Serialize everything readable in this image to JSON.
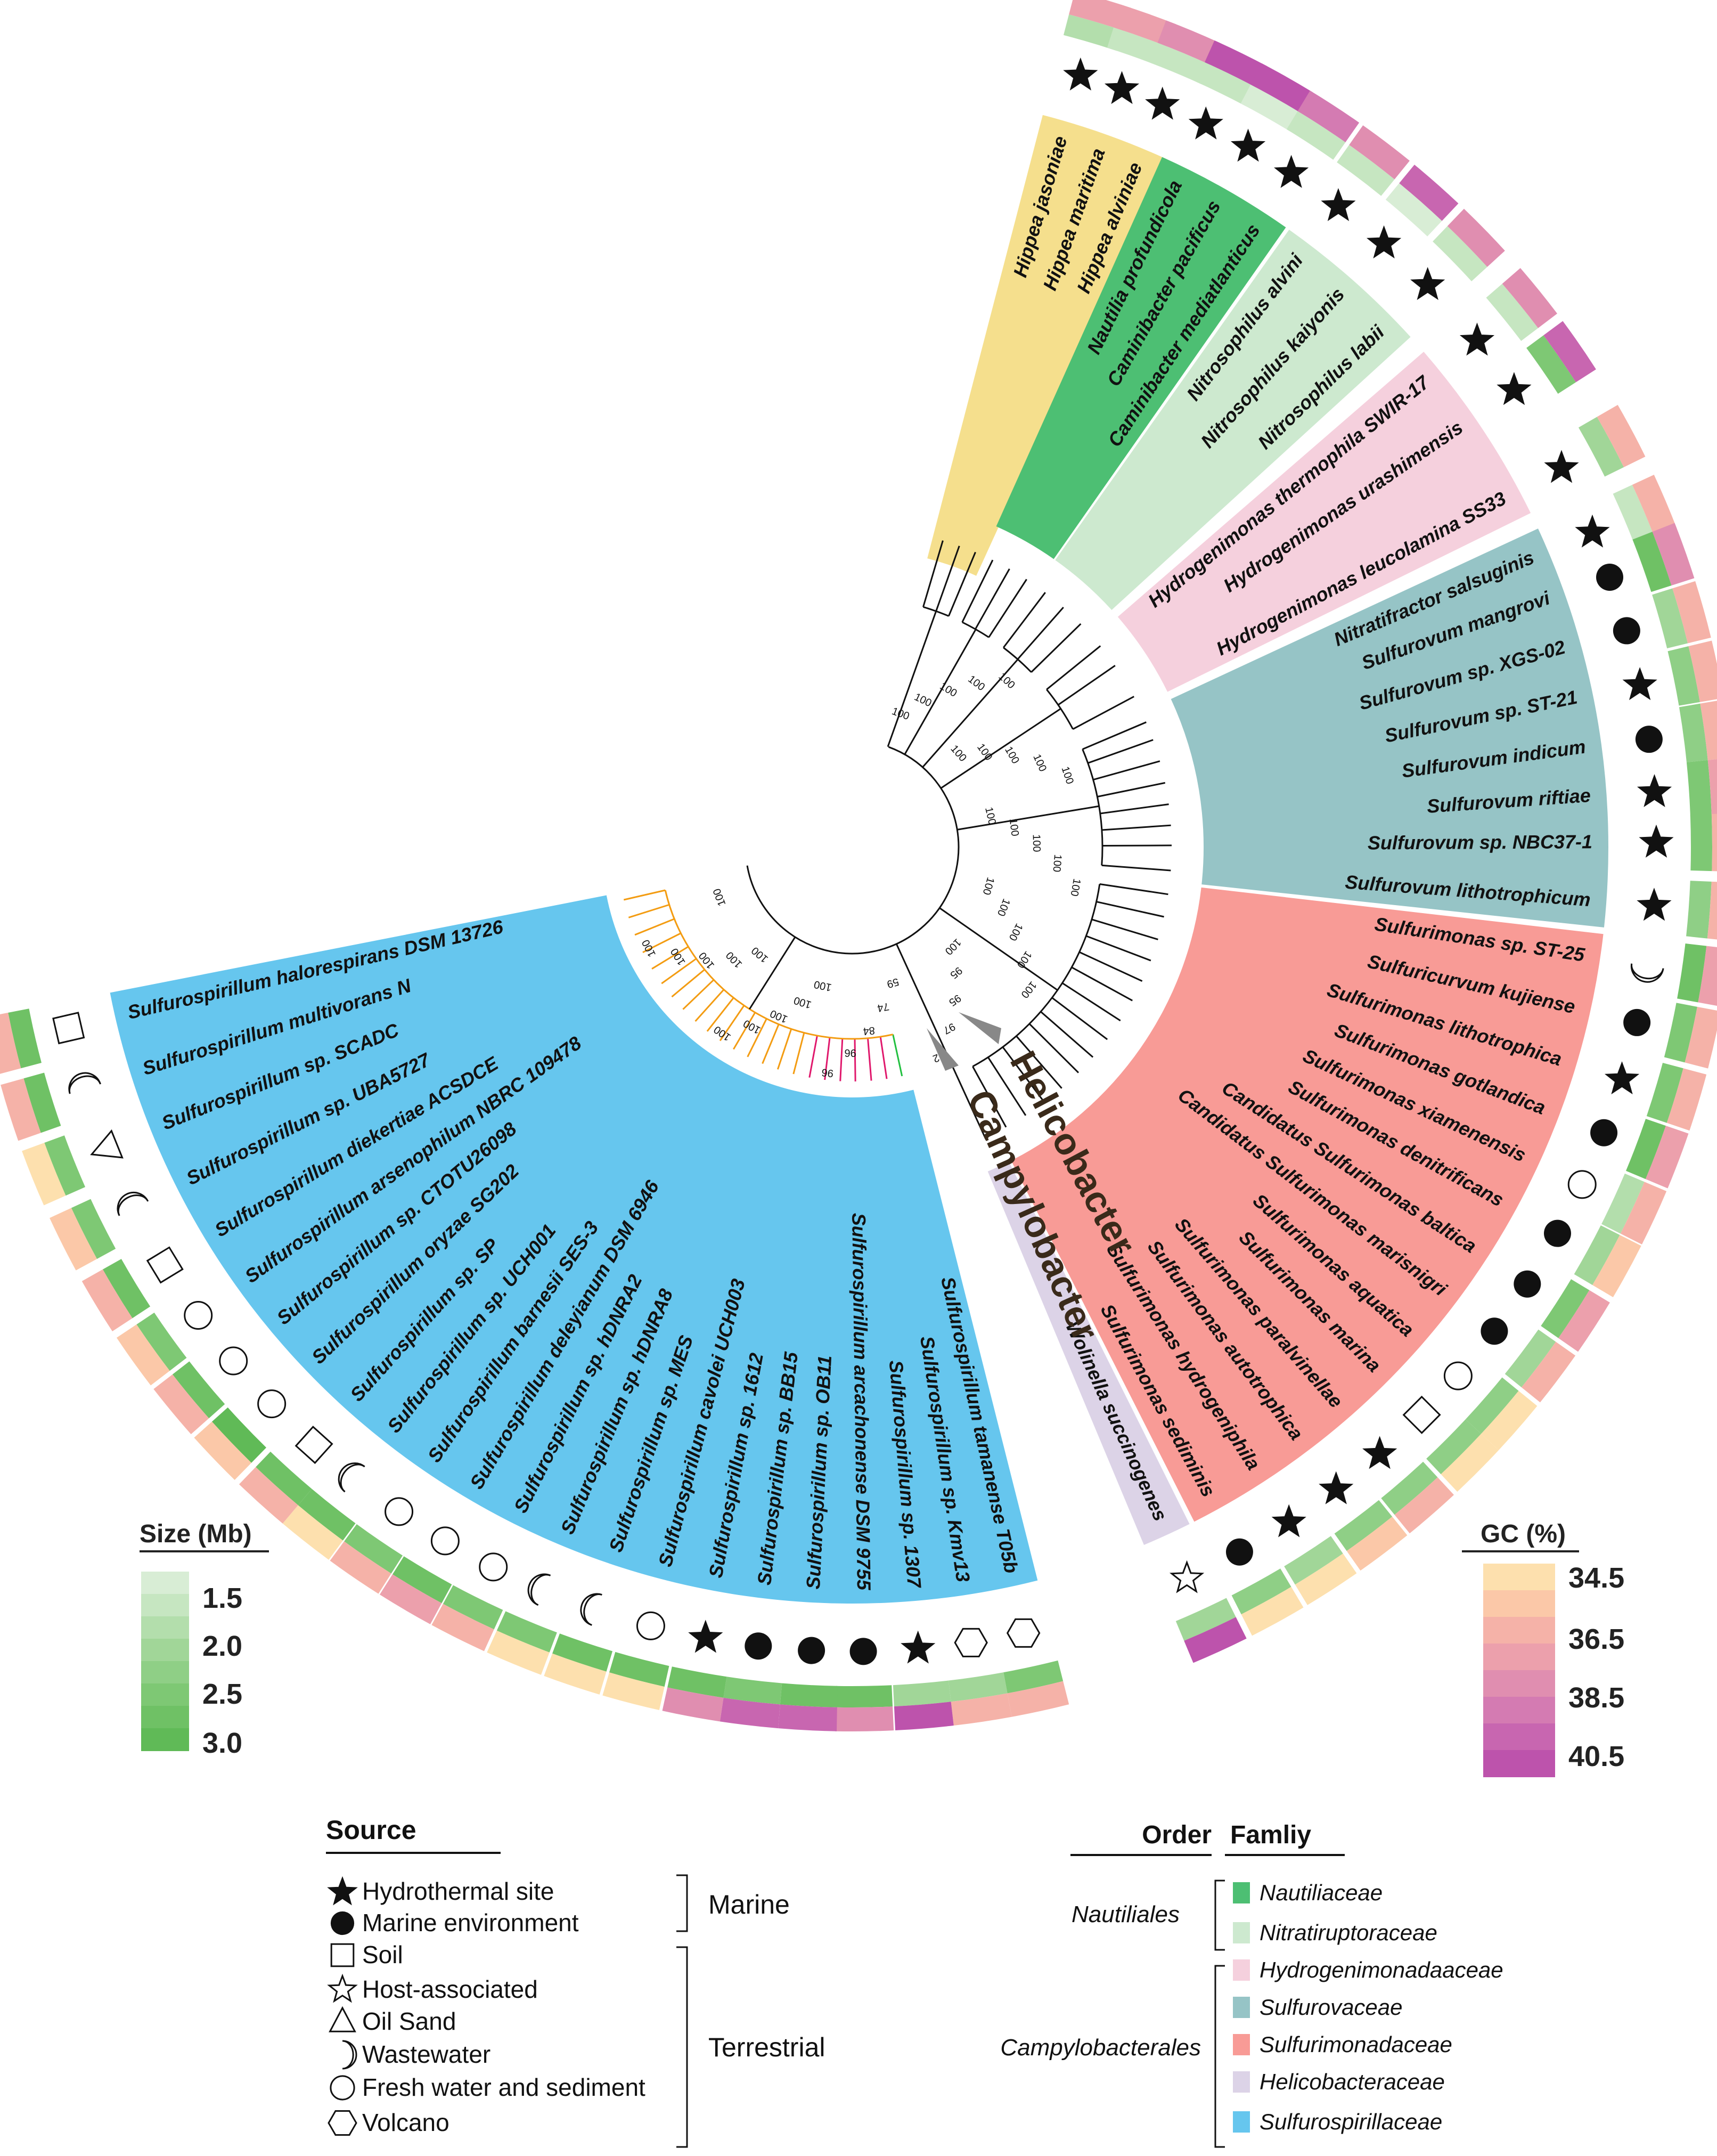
{
  "colors": {
    "Nautiliaceae": "#4dbf73",
    "Nitratiruptoraceae": "#cde9cf",
    "Hydrogenimonadaaceae": "#f5d0dd",
    "Sulfurovaceae": "#96c4c6",
    "Sulfurimonadaceae": "#f89b96",
    "Helicobacteraceae": "#dcd3e7",
    "Sulfurospirillaceae": "#66c6ee",
    "Hippea": "#f5df8d",
    "branch_orange": "#f39c12",
    "branch_blue": "#2030c8",
    "branch_red": "#e0186c",
    "branch_green": "#22c040"
  },
  "taxa": [
    {
      "name": "Hippea jasoniae",
      "angle": -73.5,
      "clade": "Hippea",
      "source": "Hydrothermal site",
      "gc": 37.0,
      "size": 2.0
    },
    {
      "name": "Hippea maritima",
      "angle": -70.4,
      "clade": "Hippea",
      "source": "Hydrothermal site",
      "gc": 37.0,
      "size": 1.8
    },
    {
      "name": "Hippea alviniae",
      "angle": -67.3,
      "clade": "Hippea",
      "source": "Hydrothermal site",
      "gc": 37.5,
      "size": 1.7
    },
    {
      "name": "Nautilia profundicola",
      "angle": -63.9,
      "clade": "Nautiliaceae",
      "source": "Hydrothermal site",
      "gc": 40.5,
      "size": 1.7
    },
    {
      "name": "Caminibacter pacificus",
      "angle": -60.5,
      "clade": "Nautiliaceae",
      "source": "Hydrothermal site",
      "gc": 40.0,
      "size": 1.6
    },
    {
      "name": "Caminibacter mediatlanticus",
      "angle": -56.9,
      "clade": "Nautiliaceae",
      "source": "Hydrothermal site",
      "gc": 38.5,
      "size": 1.7
    },
    {
      "name": "Nitrosophilus alvini",
      "angle": -52.8,
      "clade": "Nitratiruptoraceae",
      "source": "Hydrothermal site",
      "gc": 38.0,
      "size": 1.8
    },
    {
      "name": "Nitrosophilus kaiyonis",
      "angle": -48.6,
      "clade": "Nitratiruptoraceae",
      "source": "Hydrothermal site",
      "gc": 39.5,
      "size": 1.6
    },
    {
      "name": "Nitrosophilus labii",
      "angle": -44.3,
      "clade": "Nitratiruptoraceae",
      "source": "Hydrothermal site",
      "gc": 37.5,
      "size": 1.7
    },
    {
      "name": "Hydrogenimonas thermophila SWIR-17",
      "angle": -39.0,
      "clade": "Hydrogenimonadaaceae",
      "source": "Hydrothermal site",
      "gc": 38.0,
      "size": 1.8
    },
    {
      "name": "Hydrogenimonas urashimensis",
      "angle": -34.6,
      "clade": "Hydrogenimonadaaceae",
      "source": "Hydrothermal site",
      "gc": 39.5,
      "size": 2.5
    },
    {
      "name": "Hydrogenimonas leucolamina SS33",
      "angle": -28.1,
      "clade": "Hydrogenimonadaaceae",
      "source": "Hydrothermal site",
      "gc": 36.5,
      "size": 2.1
    },
    {
      "name": "Nitratifractor salsuginis",
      "angle": -23.0,
      "clade": "Sulfurovaceae",
      "source": "Hydrothermal site",
      "gc": 36.0,
      "size": 1.7
    },
    {
      "name": "Sulfurovum mangrovi",
      "angle": -19.6,
      "clade": "Sulfurovaceae",
      "source": "Marine environment",
      "gc": 38.0,
      "size": 2.8
    },
    {
      "name": "Sulfurovum sp. XGS-02",
      "angle": -15.6,
      "clade": "Sulfurovaceae",
      "source": "Marine environment",
      "gc": 36.5,
      "size": 2.2
    },
    {
      "name": "Sulfurovum sp. ST-21",
      "angle": -11.6,
      "clade": "Sulfurovaceae",
      "source": "Hydrothermal site",
      "gc": 36.0,
      "size": 2.3
    },
    {
      "name": "Sulfurovum indicum",
      "angle": -7.7,
      "clade": "Sulfurovaceae",
      "source": "Marine environment",
      "gc": 36.5,
      "size": 2.4
    },
    {
      "name": "Sulfurovum riftiae",
      "angle": -3.9,
      "clade": "Sulfurovaceae",
      "source": "Hydrothermal site",
      "gc": 37.0,
      "size": 2.6
    },
    {
      "name": "Sulfurovum sp. NBC37-1",
      "angle": -0.3,
      "clade": "Sulfurovaceae",
      "source": "Hydrothermal site",
      "gc": 36.0,
      "size": 2.5
    },
    {
      "name": "Sulfurovum lithotrophicum",
      "angle": 4.2,
      "clade": "Sulfurovaceae",
      "source": "Hydrothermal site",
      "gc": 36.0,
      "size": 2.3
    },
    {
      "name": "Sulfurimonas sp. ST-25",
      "angle": 8.5,
      "clade": "Sulfurimonadaceae",
      "source": "Wastewater",
      "gc": 37.0,
      "size": 2.8
    },
    {
      "name": "Sulfuricurvum kujiense",
      "angle": 12.6,
      "clade": "Sulfurimonadaceae",
      "source": "Marine environment",
      "gc": 36.0,
      "size": 2.5
    },
    {
      "name": "Sulfurimonas lithotrophica",
      "angle": 16.8,
      "clade": "Sulfurimonadaceae",
      "source": "Hydrothermal site",
      "gc": 36.5,
      "size": 2.6
    },
    {
      "name": "Sulfurimonas gotlandica",
      "angle": 20.8,
      "clade": "Sulfurimonadaceae",
      "source": "Marine environment",
      "gc": 37.0,
      "size": 2.7
    },
    {
      "name": "Sulfurimonas xiamenensis",
      "angle": 24.8,
      "clade": "Sulfurimonadaceae",
      "source": "Fresh water and sediment",
      "gc": 36.5,
      "size": 2.0
    },
    {
      "name": "Sulfurimonas denitrificans",
      "angle": 28.7,
      "clade": "Sulfurimonadaceae",
      "source": "Marine environment",
      "gc": 35.5,
      "size": 2.1
    },
    {
      "name": "Candidatus Sulfurimonas baltica",
      "angle": 32.9,
      "clade": "Sulfurimonadaceae",
      "source": "Marine environment",
      "gc": 37.0,
      "size": 2.6
    },
    {
      "name": "Candidatus Sulfurimonas marisnigri",
      "angle": 37.0,
      "clade": "Sulfurimonadaceae",
      "source": "Marine environment",
      "gc": 36.0,
      "size": 2.2
    },
    {
      "name": "Sulfurimonas aquatica",
      "angle": 41.1,
      "clade": "Sulfurimonadaceae",
      "source": "Fresh water and sediment",
      "gc": 35.0,
      "size": 2.3
    },
    {
      "name": "Sulfurimonas marina",
      "angle": 44.9,
      "clade": "Sulfurimonadaceae",
      "source": "Soil",
      "gc": 34.5,
      "size": 2.3
    },
    {
      "name": "Sulfurimonas paralvinellae",
      "angle": 49.0,
      "clade": "Sulfurimonadaceae",
      "source": "Hydrothermal site",
      "gc": 36.0,
      "size": 2.4
    },
    {
      "name": "Sulfurimonas autotrophica",
      "angle": 53.0,
      "clade": "Sulfurimonadaceae",
      "source": "Hydrothermal site",
      "gc": 35.5,
      "size": 2.3
    },
    {
      "name": "Sulfurimonas hydrogeniphila",
      "angle": 57.1,
      "clade": "Sulfurimonadaceae",
      "source": "Hydrothermal site",
      "gc": 34.5,
      "size": 2.1
    },
    {
      "name": "Sulfurimonas sediminis",
      "angle": 61.2,
      "clade": "Sulfurimonadaceae",
      "source": "Marine environment",
      "gc": 35.0,
      "size": 2.4
    },
    {
      "name": "Wolinella succinogenes",
      "angle": 65.4,
      "clade": "Helicobacteraceae",
      "source": "Host-associated",
      "gc": 40.5,
      "size": 2.1
    },
    {
      "name": "Sulfurospirillum tamanense T05b",
      "angle": 77.7,
      "clade": "Sulfurospirillaceae",
      "source": "Volcano",
      "gc": 36.0,
      "size": 2.6
    },
    {
      "name": "Sulfurospirillum sp. Kmv13",
      "angle": 81.5,
      "clade": "Sulfurospirillaceae",
      "source": "Volcano",
      "gc": 36.5,
      "size": 2.1
    },
    {
      "name": "Sulfurospirillum sp. 1307",
      "angle": 85.3,
      "clade": "Sulfurospirillaceae",
      "source": "Hydrothermal site",
      "gc": 40.0,
      "size": 2.2
    },
    {
      "name": "Sulfurospirillum arcachonense DSM 9755",
      "angle": 89.2,
      "clade": "Sulfurospirillaceae",
      "source": "Marine environment",
      "gc": 38.0,
      "size": 2.7
    },
    {
      "name": "Sulfurospirillum sp. OB11",
      "angle": 92.9,
      "clade": "Sulfurospirillaceae",
      "source": "Marine environment",
      "gc": 39.0,
      "size": 2.7
    },
    {
      "name": "Sulfurospirillum sp. BB15",
      "angle": 96.7,
      "clade": "Sulfurospirillaceae",
      "source": "Marine environment",
      "gc": 39.5,
      "size": 2.6
    },
    {
      "name": "Sulfurospirillum sp. 1612",
      "angle": 100.5,
      "clade": "Sulfurospirillaceae",
      "source": "Hydrothermal site",
      "gc": 37.5,
      "size": 2.7
    },
    {
      "name": "Sulfurospirillum cavolei UCH003",
      "angle": 104.5,
      "clade": "Sulfurospirillaceae",
      "source": "Fresh water and sediment",
      "gc": 34.5,
      "size": 2.8
    },
    {
      "name": "Sulfurospirillum sp. MES",
      "angle": 108.5,
      "clade": "Sulfurospirillaceae",
      "source": "Wastewater",
      "gc": 34.5,
      "size": 2.7
    },
    {
      "name": "Sulfurospirillum sp. hDNRA8",
      "angle": 112.5,
      "clade": "Sulfurospirillaceae",
      "source": "Wastewater",
      "gc": 35.0,
      "size": 2.6
    },
    {
      "name": "Sulfurospirillum sp. hDNRA2",
      "angle": 116.5,
      "clade": "Sulfurospirillaceae",
      "source": "Fresh water and sediment",
      "gc": 36.5,
      "size": 2.6
    },
    {
      "name": "Sulfurospirillum deleyianum DSM 6946",
      "angle": 120.4,
      "clade": "Sulfurospirillaceae",
      "source": "Fresh water and sediment",
      "gc": 37.0,
      "size": 2.7
    },
    {
      "name": "Sulfurospirillum barnesii SES-3",
      "angle": 124.3,
      "clade": "Sulfurospirillaceae",
      "source": "Fresh water and sediment",
      "gc": 36.5,
      "size": 2.6
    },
    {
      "name": "Sulfurospirillum sp. UCH001",
      "angle": 128.2,
      "clade": "Sulfurospirillaceae",
      "source": "Wastewater",
      "gc": 35.0,
      "size": 2.8
    },
    {
      "name": "Sulfurospirillum sp. SP",
      "angle": 132.0,
      "clade": "Sulfurospirillaceae",
      "source": "Soil",
      "gc": 36.0,
      "size": 2.7
    },
    {
      "name": "Sulfurospirillum oryzae SG202",
      "angle": 136.2,
      "clade": "Sulfurospirillaceae",
      "source": "Fresh water and sediment",
      "gc": 35.5,
      "size": 2.9
    },
    {
      "name": "Sulfurospirillum sp. CTOTU26098",
      "angle": 140.3,
      "clade": "Sulfurospirillaceae",
      "source": "Fresh water and sediment",
      "gc": 36.0,
      "size": 2.8
    },
    {
      "name": "Sulfurospirillum arsenophilum NBRC 109478",
      "angle": 144.4,
      "clade": "Sulfurospirillaceae",
      "source": "Fresh water and sediment",
      "gc": 35.5,
      "size": 2.6
    },
    {
      "name": "Sulfurospirillum diekertiae ACSDCE",
      "angle": 148.7,
      "clade": "Sulfurospirillaceae",
      "source": "Soil",
      "gc": 36.0,
      "size": 2.7
    },
    {
      "name": "Sulfurospirillum sp. UBA5727",
      "angle": 153.3,
      "clade": "Sulfurospirillaceae",
      "source": "Wastewater",
      "gc": 35.5,
      "size": 2.5
    },
    {
      "name": "Sulfurospirillum sp. SCADC",
      "angle": 158.0,
      "clade": "Sulfurospirillaceae",
      "source": "Oil Sand",
      "gc": 35.0,
      "size": 2.6
    },
    {
      "name": "Sulfurospirillum multivorans N",
      "angle": 162.5,
      "clade": "Sulfurospirillaceae",
      "source": "Wastewater",
      "gc": 36.0,
      "size": 2.7
    },
    {
      "name": "Sulfurospirillum halorespirans DSM 13726",
      "angle": 167.0,
      "clade": "Sulfurospirillaceae",
      "source": "Soil",
      "gc": 36.0,
      "size": 2.8
    }
  ],
  "clade_labels": {
    "helicobacter": "Helicobacter",
    "campylobacter": "Campylobacter"
  },
  "bootstrap_values": [
    "100",
    "100",
    "100",
    "100",
    "100",
    "100",
    "100",
    "100",
    "100",
    "100",
    "100",
    "100",
    "100",
    "100",
    "100",
    "100",
    "100",
    "100",
    "100",
    "100",
    "100",
    "95",
    "95",
    "97",
    "62",
    "59",
    "74",
    "84",
    "96",
    "96",
    "100",
    "100",
    "100",
    "100",
    "100",
    "100",
    "100",
    "100",
    "100",
    "100",
    "100"
  ],
  "legend": {
    "size": {
      "title": "Size (Mb)",
      "ticks": [
        "1.5",
        "2.0",
        "2.5",
        "3.0"
      ],
      "colors": [
        "#d8edd5",
        "#c6e6c1",
        "#b3deac",
        "#a1d698",
        "#8fcf86",
        "#7ec874",
        "#6fc165",
        "#60ba57"
      ]
    },
    "gc": {
      "title": "GC (%)",
      "ticks": [
        "34.5",
        "36.5",
        "38.5",
        "40.5"
      ],
      "colors": [
        "#fde0ae",
        "#fbc8a8",
        "#f5b2a8",
        "#eca0ac",
        "#e08eb0",
        "#d47bb2",
        "#c866b0",
        "#bd53ac"
      ]
    },
    "source": {
      "title": "Source",
      "items": [
        {
          "symbol": "Hydrothermal site",
          "label": "Hydrothermal site"
        },
        {
          "symbol": "Marine environment",
          "label": "Marine environment"
        },
        {
          "symbol": "Soil",
          "label": "Soil"
        },
        {
          "symbol": "Host-associated",
          "label": "Host-associated"
        },
        {
          "symbol": "Oil Sand",
          "label": "Oil Sand"
        },
        {
          "symbol": "Wastewater",
          "label": "Wastewater"
        },
        {
          "symbol": "Fresh water and sediment",
          "label": "Fresh water and sediment"
        },
        {
          "symbol": "Volcano",
          "label": "Volcano"
        }
      ],
      "group_marine": "Marine",
      "group_terrestrial": "Terrestrial"
    },
    "order_family": {
      "order_title": "Order",
      "family_title": "Famliy",
      "order_nautiliales": "Nautiliales",
      "order_campylobacterales": "Campylobacterales",
      "families": [
        {
          "name": "Nautiliaceae",
          "color": "#4dbf73"
        },
        {
          "name": "Nitratiruptoraceae",
          "color": "#cde9cf"
        },
        {
          "name": "Hydrogenimonadaaceae",
          "color": "#f5d0dd"
        },
        {
          "name": "Sulfurovaceae",
          "color": "#96c4c6"
        },
        {
          "name": "Sulfurimonadaceae",
          "color": "#f89b96"
        },
        {
          "name": "Helicobacteraceae",
          "color": "#dcd3e7"
        },
        {
          "name": "Sulfurospirillaceae",
          "color": "#66c6ee"
        }
      ]
    }
  }
}
